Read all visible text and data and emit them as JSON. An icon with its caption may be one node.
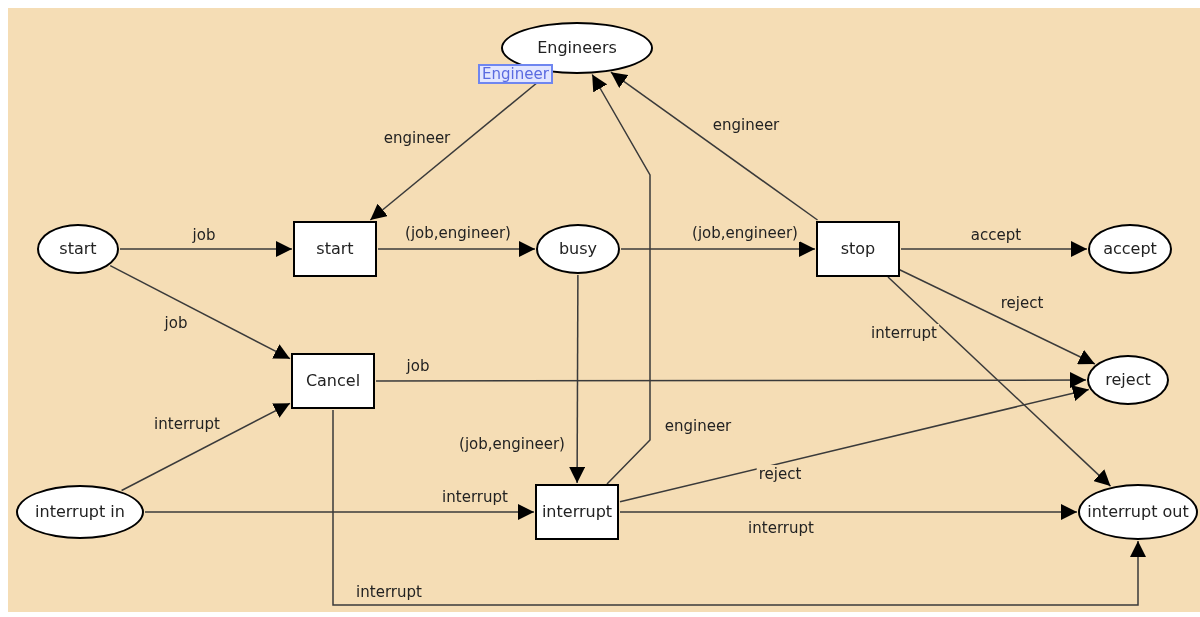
{
  "diagram": {
    "nodes": [
      {
        "text": [
          "Engineers"
        ],
        "beside": [
          "Engineer"
        ]
      },
      {
        "text": [
          "start"
        ]
      },
      {
        "text": [
          "start"
        ]
      },
      {
        "text": [
          "busy"
        ]
      },
      {
        "text": [
          "stop"
        ]
      },
      {
        "text": [
          "accept"
        ]
      },
      {
        "text": [
          "Cancel"
        ]
      },
      {
        "text": [
          "reject"
        ]
      },
      {
        "text": [
          "interrupt in"
        ]
      },
      {
        "text": [
          "interrupt"
        ]
      },
      {
        "text": [
          "interrupt out"
        ]
      }
    ],
    "edges": [
      {
        "from": 0,
        "to": 2,
        "arrow": "to",
        "label": "engineer"
      },
      {
        "from": 1,
        "to": 2,
        "arrow": "to",
        "label": "job"
      },
      {
        "from": 2,
        "to": 3,
        "arrow": "to",
        "label": "(job,engineer)"
      },
      {
        "from": 3,
        "to": 4,
        "arrow": "to",
        "label": "(job,engineer)"
      },
      {
        "from": 4,
        "to": 0,
        "arrow": "to",
        "label": "engineer"
      },
      {
        "from": 4,
        "to": 5,
        "arrow": "to",
        "label": "accept"
      },
      {
        "from": 4,
        "to": 7,
        "arrow": "to",
        "label": "reject"
      },
      {
        "from": 4,
        "to": 10,
        "arrow": "to",
        "label": "interrupt"
      },
      {
        "from": 1,
        "to": 6,
        "arrow": "to",
        "label": "job"
      },
      {
        "from": 6,
        "to": 7,
        "arrow": "to",
        "label": "job"
      },
      {
        "from": 8,
        "to": 6,
        "arrow": "to",
        "label": "interrupt"
      },
      {
        "from": 3,
        "to": 9,
        "arrow": "to",
        "label": "(job,engineer)"
      },
      {
        "from": 9,
        "to": 0,
        "arrow": "to",
        "label": "engineer"
      },
      {
        "from": 8,
        "to": 9,
        "arrow": "to",
        "label": "interrupt"
      },
      {
        "from": 9,
        "to": 7,
        "arrow": "to",
        "label": "reject"
      },
      {
        "from": 9,
        "to": 10,
        "arrow": "to",
        "label": "interrupt"
      },
      {
        "from": 6,
        "to": 10,
        "arrow": "to",
        "label": "interrupt"
      }
    ]
  }
}
